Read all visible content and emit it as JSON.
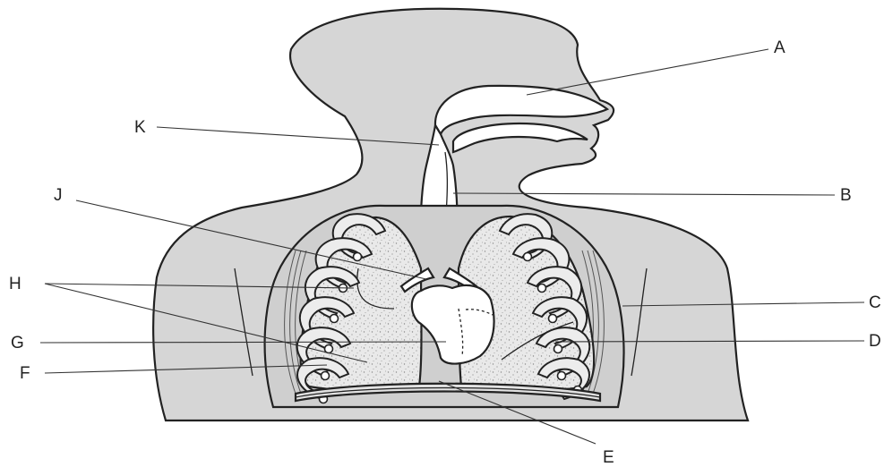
{
  "diagram": {
    "labels": {
      "A": "A",
      "B": "B",
      "C": "C",
      "D": "D",
      "E": "E",
      "F": "F",
      "G": "G",
      "H": "H",
      "J": "J",
      "K": "K"
    }
  }
}
